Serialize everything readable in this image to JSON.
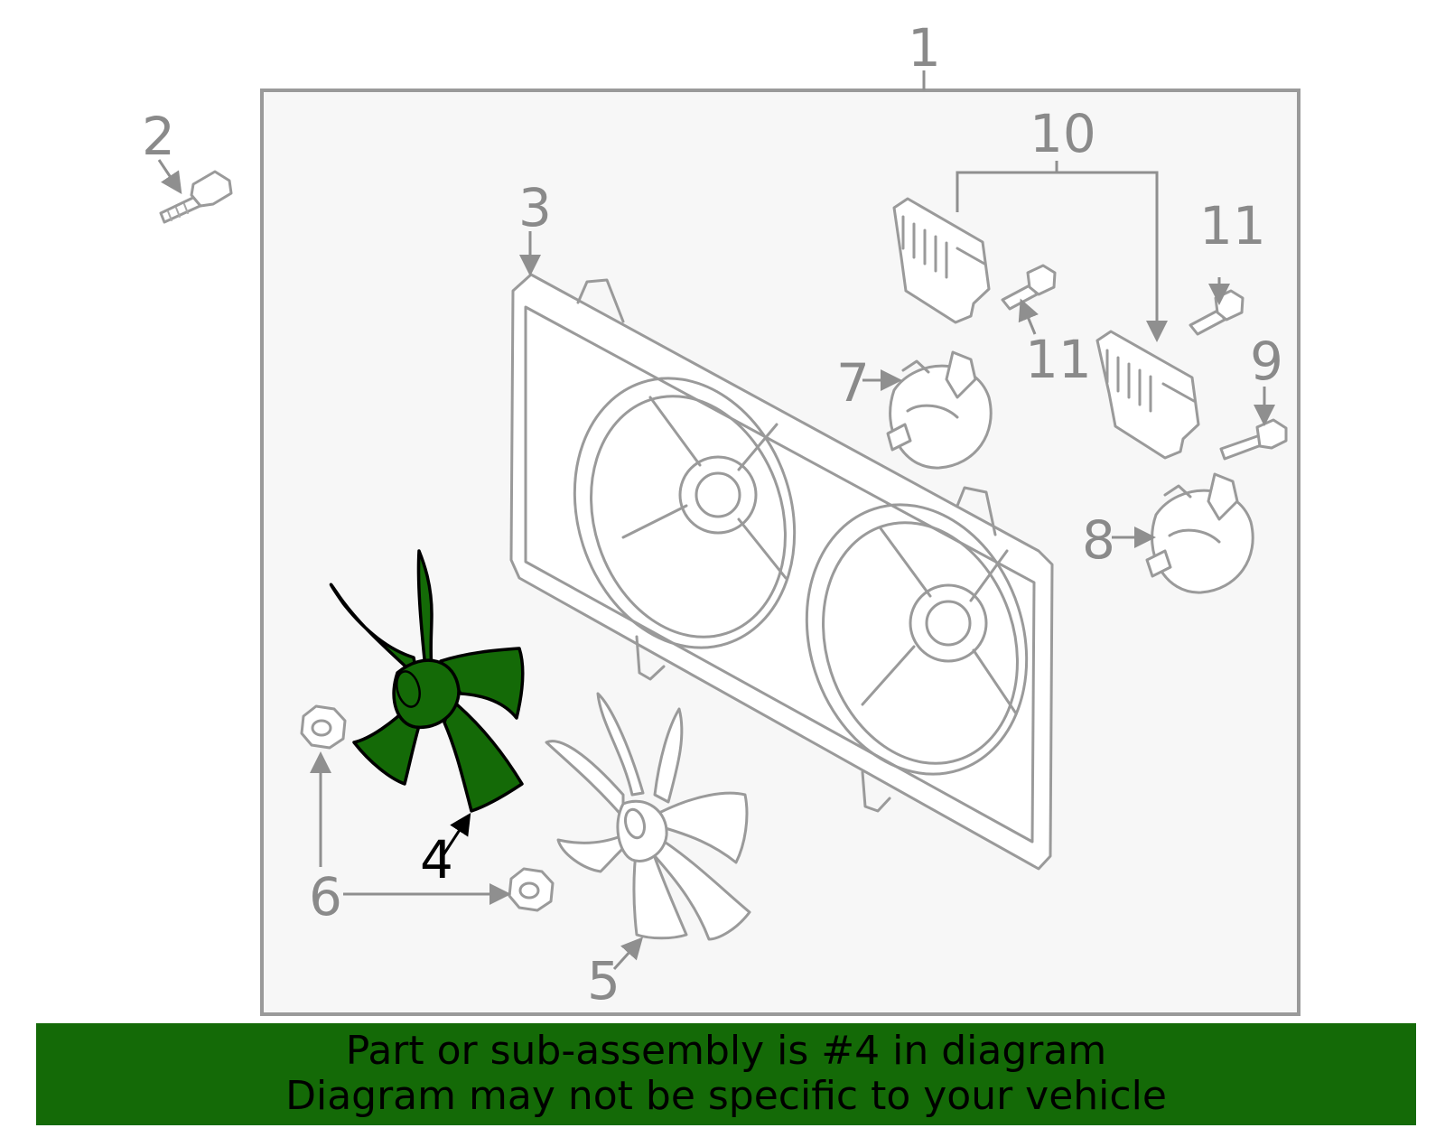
{
  "callouts": {
    "c1": "1",
    "c2": "2",
    "c3": "3",
    "c4": "4",
    "c5": "5",
    "c6": "6",
    "c7": "7",
    "c8": "8",
    "c9": "9",
    "c10": "10",
    "c11a": "11",
    "c11b": "11"
  },
  "highlighted_part": "4",
  "colors": {
    "highlight": "#146a07",
    "line_art": "#9a9a9a",
    "panel_bg": "#f7f7f7",
    "banner_bg": "#146a07"
  },
  "banner": {
    "line1": "Part or sub-assembly is #4 in diagram",
    "line2": "Diagram may not be specific to your vehicle"
  }
}
